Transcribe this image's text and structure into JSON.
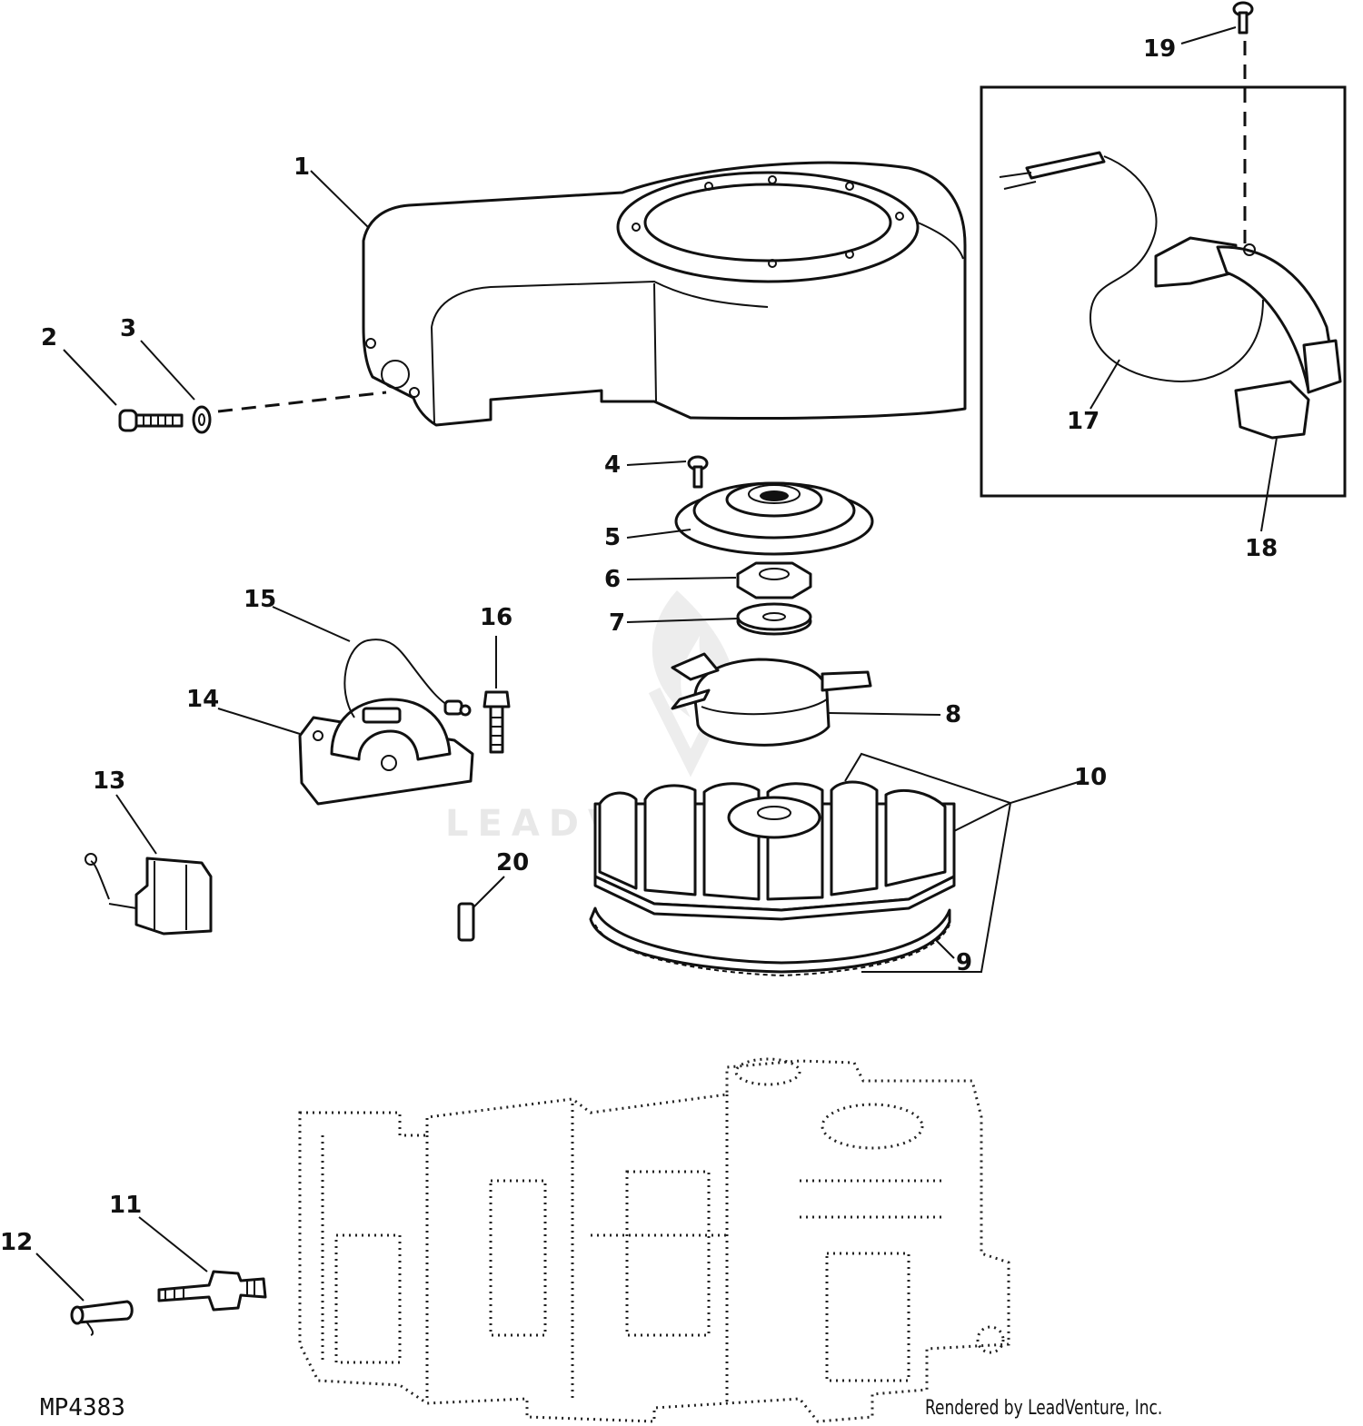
{
  "diagram": {
    "callouts": [
      "1",
      "2",
      "3",
      "4",
      "5",
      "6",
      "7",
      "8",
      "9",
      "10",
      "11",
      "12",
      "13",
      "14",
      "15",
      "16",
      "17",
      "18",
      "19",
      "20"
    ],
    "reference_code": "MP4383",
    "credit": "Rendered by LeadVenture, Inc.",
    "watermark_text": "LEADVENTURE"
  }
}
